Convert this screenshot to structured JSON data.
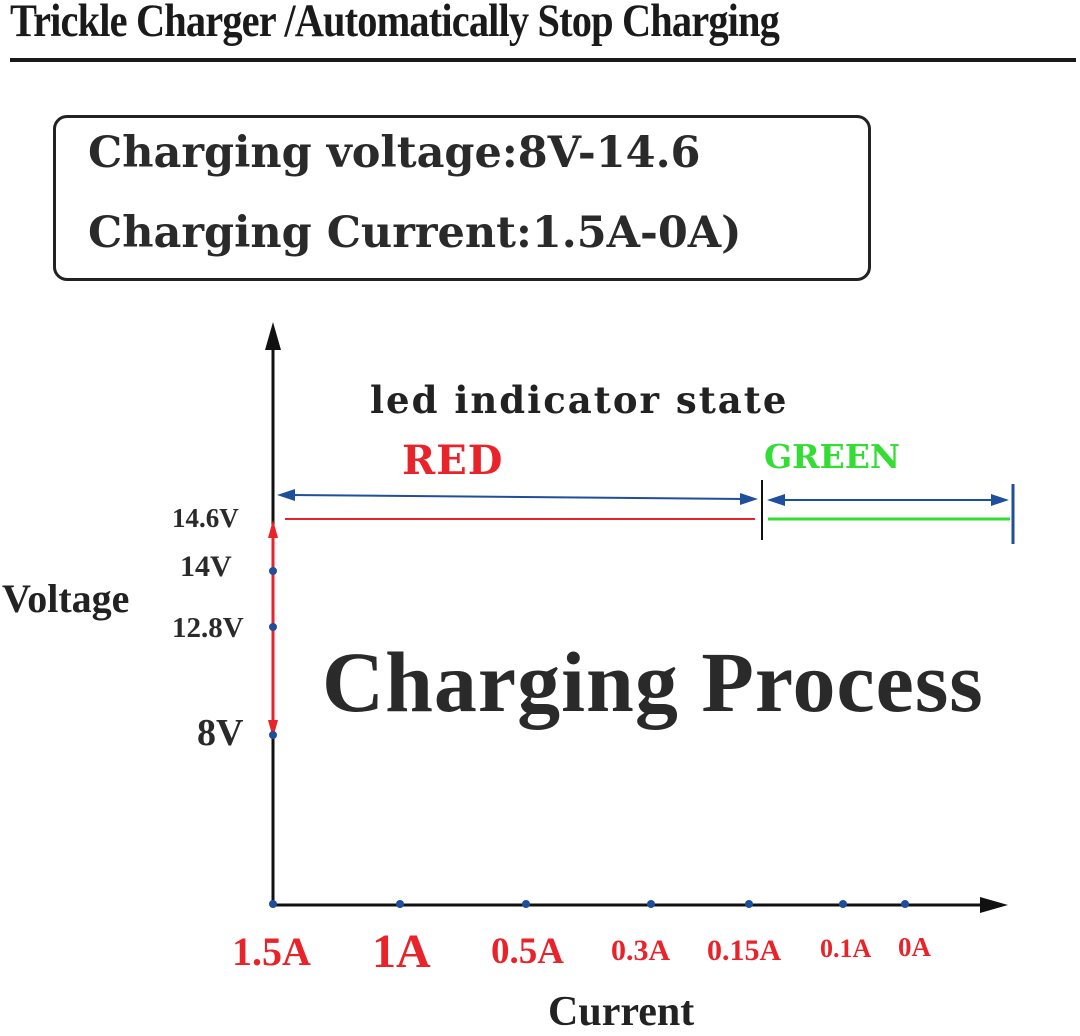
{
  "title": "Trickle Charger /Automatically Stop Charging",
  "spec": {
    "line1": "Charging voltage:8V-14.6",
    "line2": "Charging Current:1.5A-0A)"
  },
  "diagram": {
    "state_label": "led indicator state",
    "red_label": "RED",
    "green_label": "GREEN",
    "process_label": "Charging Process",
    "y_axis_label": "Voltage",
    "x_axis_label": "Current",
    "y_ticks": [
      "14.6V",
      "14V",
      "12.8V",
      "8V"
    ],
    "x_ticks": [
      "1.5A",
      "1A",
      "0.5A",
      "0.3A",
      "0.15A",
      "0.1A",
      "0A"
    ]
  },
  "colors": {
    "red": "#e8232a",
    "green": "#33dd33",
    "blue_arrow": "#1f4e9c",
    "tick_dot": "#1f4e9c",
    "axis": "#111111"
  }
}
